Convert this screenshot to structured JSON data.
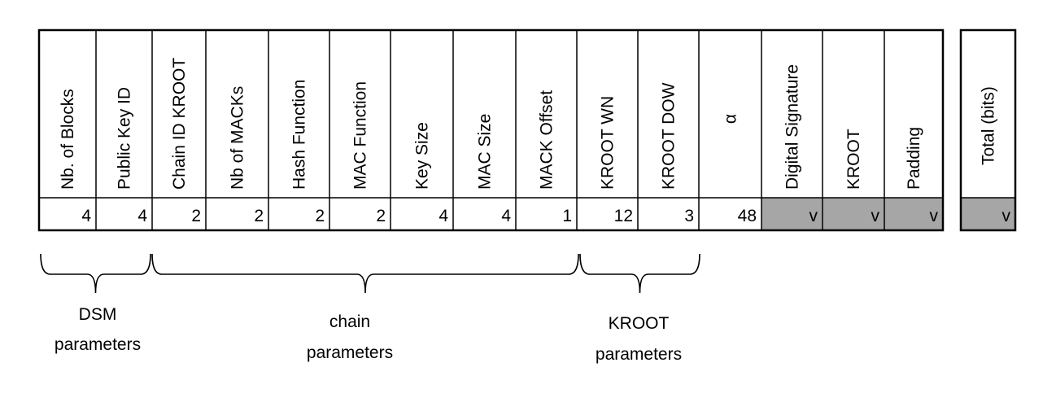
{
  "fields": [
    {
      "label": "Nb. of Blocks",
      "value": "4"
    },
    {
      "label": "Public Key ID",
      "value": "4"
    },
    {
      "label": "Chain ID KROOT",
      "value": "2"
    },
    {
      "label": "Nb of MACKs",
      "value": "2"
    },
    {
      "label": "Hash Function",
      "value": "2"
    },
    {
      "label": "MAC Function",
      "value": "2"
    },
    {
      "label": "Key Size",
      "value": "4"
    },
    {
      "label": "MAC Size",
      "value": "4"
    },
    {
      "label": "MACK Offset",
      "value": "1"
    },
    {
      "label": "KROOT WN",
      "value": "12"
    },
    {
      "label": "KROOT DOW",
      "value": "3"
    },
    {
      "label": "α",
      "value": "48"
    },
    {
      "label": "Digital Signature",
      "value": "v",
      "variable": true
    },
    {
      "label": "KROOT",
      "value": "v",
      "variable": true
    },
    {
      "label": "Padding",
      "value": "v",
      "variable": true
    }
  ],
  "total": {
    "label": "Total (bits)",
    "value": "v"
  },
  "groups": [
    {
      "line1": "DSM",
      "line2": "parameters"
    },
    {
      "line1": "chain",
      "line2": "parameters"
    },
    {
      "line1": "KROOT",
      "line2": "parameters"
    }
  ],
  "colors": {
    "line": "#000000",
    "variable_fill": "#a6a6a6",
    "background": "#ffffff"
  }
}
